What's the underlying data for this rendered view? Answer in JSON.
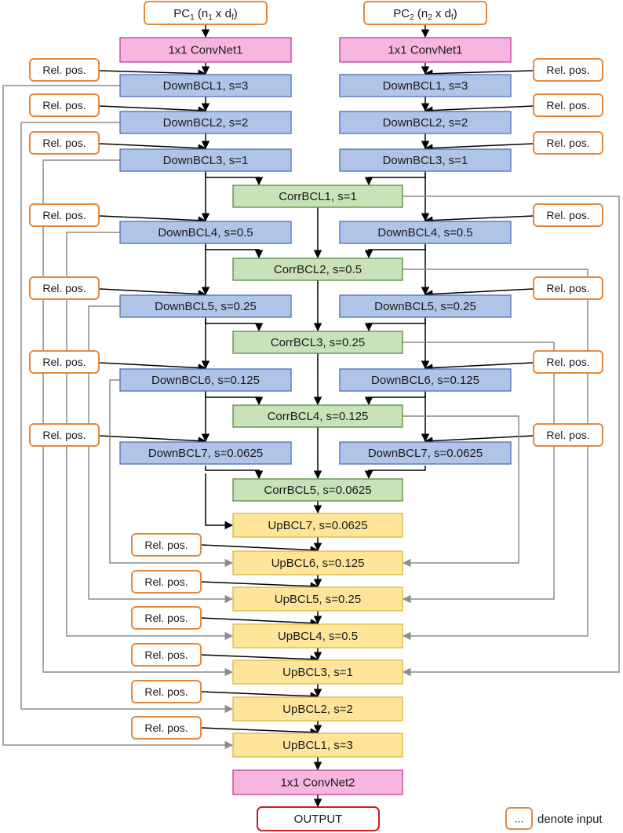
{
  "colors": {
    "input_border": "#e38a3f",
    "conv_fill": "#f7b6de",
    "conv_border": "#c43aa0",
    "down_fill": "#b0c4e8",
    "down_border": "#4a6fb5",
    "corr_fill": "#c8e3b9",
    "corr_border": "#5a8a3a",
    "up_fill": "#ffe59a",
    "up_border": "#e0b43a",
    "output_border": "#c81e1e",
    "black_arrow": "#000000",
    "gray_arrow": "#8c8c8c"
  },
  "inputs": {
    "pc1": {
      "main": "PC",
      "sub1": "1",
      "mid": " (n",
      "sub2": "1",
      "tail1": " x d",
      "sub3": "f",
      "tail2": ")"
    },
    "pc2": {
      "main": "PC",
      "sub1": "2",
      "mid": " (n",
      "sub2": "2",
      "tail1": " x d",
      "sub3": "f",
      "tail2": ")"
    }
  },
  "conv1": "1x1 ConvNet1",
  "conv2": "1x1 ConvNet2",
  "relpos": "Rel. pos.",
  "down": [
    "DownBCL1, s=3",
    "DownBCL2, s=2",
    "DownBCL3, s=1",
    "DownBCL4, s=0.5",
    "DownBCL5, s=0.25",
    "DownBCL6, s=0.125",
    "DownBCL7, s=0.0625"
  ],
  "corr": [
    "CorrBCL1, s=1",
    "CorrBCL2, s=0.5",
    "CorrBCL3, s=0.25",
    "CorrBCL4, s=0.125",
    "CorrBCL5, s=0.0625"
  ],
  "up": [
    "UpBCL7, s=0.0625",
    "UpBCL6, s=0.125",
    "UpBCL5, s=0.25",
    "UpBCL4, s=0.5",
    "UpBCL3, s=1",
    "UpBCL2, s=2",
    "UpBCL1, s=3"
  ],
  "output": "OUTPUT",
  "legend": {
    "box": "...",
    "text": "denote input"
  }
}
